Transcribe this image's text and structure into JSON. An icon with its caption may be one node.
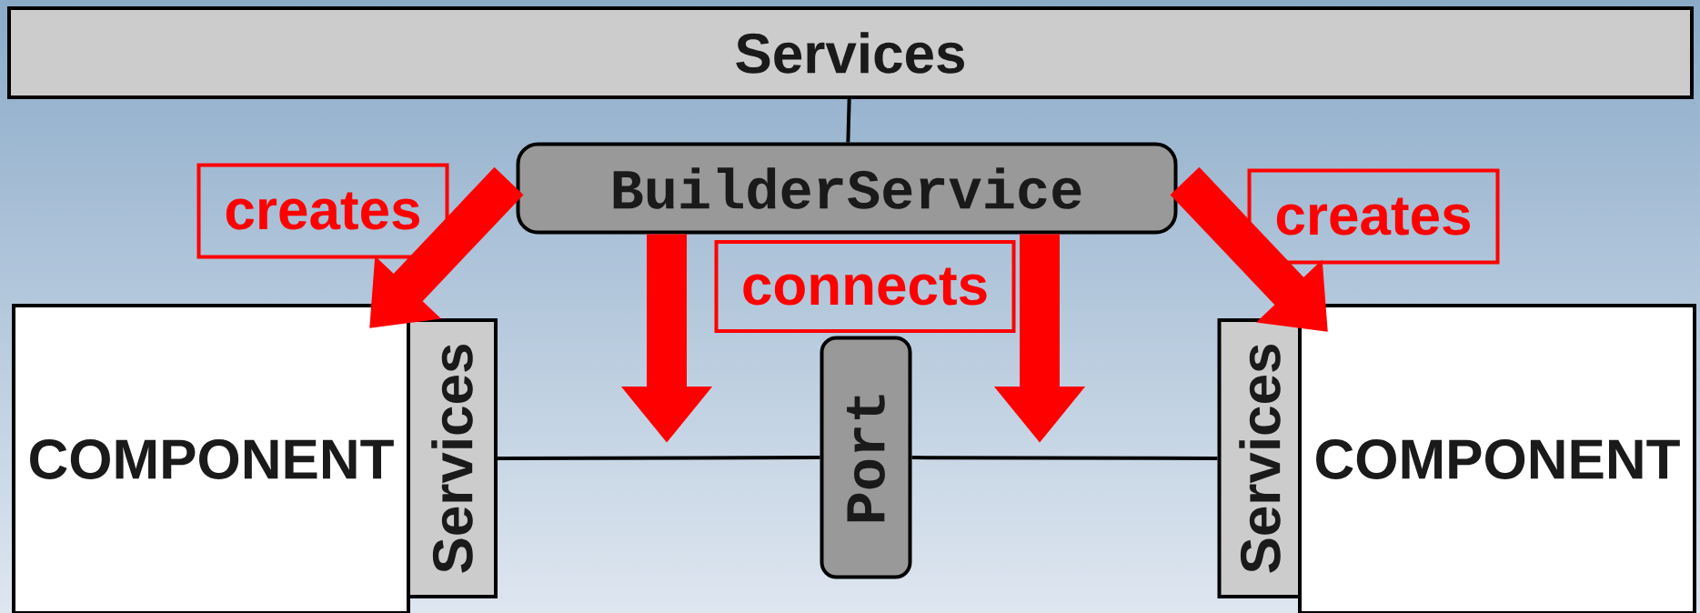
{
  "diagram": {
    "nodes": [
      {
        "text": [
          "Services"
        ]
      },
      {
        "text": [
          "BuilderService"
        ]
      },
      {
        "text": [
          "COMPONENT"
        ]
      },
      {
        "text": [
          "Services"
        ]
      },
      {
        "text": [
          "Port"
        ]
      },
      {
        "text": [
          "Services"
        ]
      },
      {
        "text": [
          "COMPONENT"
        ]
      }
    ],
    "edges": [
      {
        "from": 0,
        "to": 1,
        "arrow": "none",
        "color": "#000000"
      },
      {
        "from": 1,
        "to": 2,
        "arrow": "to",
        "label": "creates"
      },
      {
        "from": 1,
        "to": 6,
        "arrow": "to",
        "label": "creates"
      },
      {
        "from": 1,
        "to": null,
        "arrow": "to"
      },
      {
        "from": 1,
        "to": null,
        "arrow": "to"
      },
      {
        "from": 3,
        "to": 4,
        "arrow": "none",
        "color": "#000000"
      },
      {
        "from": 4,
        "to": 5,
        "arrow": "none",
        "color": "#000000"
      }
    ],
    "labels": [
      "connects"
    ]
  }
}
